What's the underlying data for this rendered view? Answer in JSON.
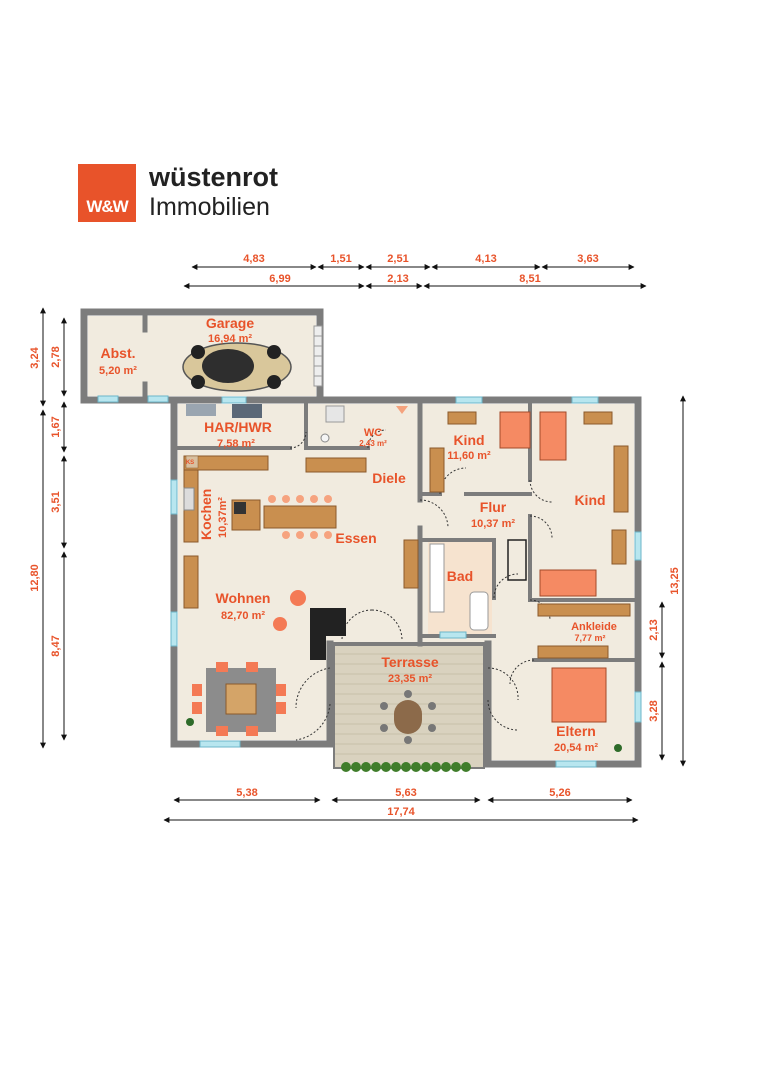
{
  "brand": {
    "logo_text": "W&W",
    "name_line1": "wüstenrot",
    "name_line2": "Immobilien"
  },
  "dimensions": {
    "top_row1": [
      "4,83",
      "1,51",
      "2,51",
      "4,13",
      "3,63"
    ],
    "top_row2": [
      "6,99",
      "2,13",
      "8,51"
    ],
    "left_outer": [
      "3,24",
      "12,80"
    ],
    "left_inner": [
      "2,78",
      "1,67",
      "3,51",
      "8,47"
    ],
    "right": [
      "13,25",
      "2,13",
      "3,28"
    ],
    "bottom_row1": [
      "5,38",
      "5,63",
      "5,26"
    ],
    "bottom_total": "17,74"
  },
  "rooms": {
    "garage": {
      "name": "Garage",
      "area": "16,94 m²"
    },
    "abst": {
      "name": "Abst.",
      "area": "5,20 m²"
    },
    "har": {
      "name": "HAR/HWR",
      "area": "7,58 m²"
    },
    "wc": {
      "name": "WC",
      "area": "2,43 m²"
    },
    "diele": {
      "name": "Diele"
    },
    "kind1": {
      "name": "Kind",
      "area": "11,60 m²"
    },
    "kind2": {
      "name": "Kind"
    },
    "flur": {
      "name": "Flur",
      "area": "10,37 m²"
    },
    "kochen": {
      "name": "Kochen",
      "area": "10,37m²"
    },
    "essen": {
      "name": "Essen"
    },
    "bad": {
      "name": "Bad"
    },
    "wohnen": {
      "name": "Wohnen",
      "area": "82,70 m²"
    },
    "ankleide": {
      "name": "Ankleide",
      "area": "7,77 m²"
    },
    "terrasse": {
      "name": "Terrasse",
      "area": "23,35 m²"
    },
    "eltern": {
      "name": "Eltern",
      "area": "20,54 m²"
    }
  },
  "labels": {
    "ks": "KS"
  },
  "colors": {
    "accent": "#e8532a",
    "wall": "#7c7c7c",
    "floor": "#f1ebdf",
    "wood": "#c98f4f",
    "bed": "#f58a63"
  }
}
